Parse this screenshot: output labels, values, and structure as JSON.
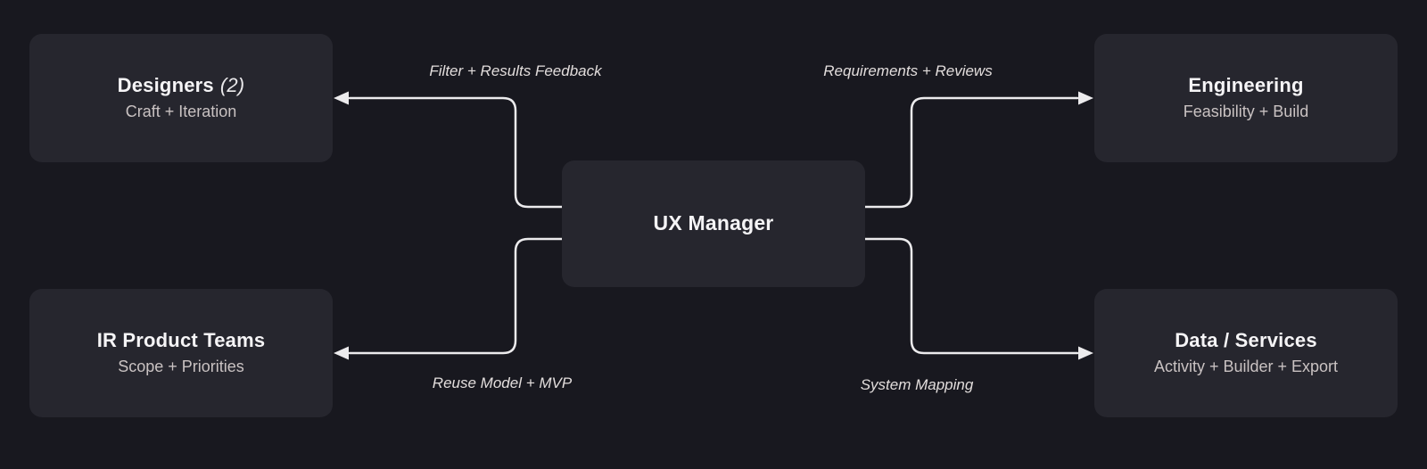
{
  "theme": {
    "background": "#18181f",
    "node_fill": "#26262e",
    "title_color": "#f5f4f6",
    "subtitle_color": "#c9c2c2",
    "edge_label_color": "#e2dddc",
    "connector_color": "#ecebed"
  },
  "nodes": {
    "ux_manager": {
      "title": "UX Manager"
    },
    "designers": {
      "title": "Designers",
      "title_suffix": "(2)",
      "subtitle": "Craft + Iteration"
    },
    "engineering": {
      "title": "Engineering",
      "subtitle": "Feasibility + Build"
    },
    "ir_product_teams": {
      "title": "IR Product Teams",
      "subtitle": "Scope + Priorities"
    },
    "data_services": {
      "title": "Data / Services",
      "subtitle": "Activity + Builder + Export"
    }
  },
  "edges": {
    "to_designers": {
      "from": "UX Manager",
      "to": "Designers",
      "label": "Filter + Results Feedback"
    },
    "to_engineering": {
      "from": "UX Manager",
      "to": "Engineering",
      "label": "Requirements + Reviews"
    },
    "to_ir_product_teams": {
      "from": "UX Manager",
      "to": "IR Product Teams",
      "label": "Reuse Model + MVP"
    },
    "to_data_services": {
      "from": "UX Manager",
      "to": "Data / Services",
      "label": "System Mapping"
    }
  }
}
